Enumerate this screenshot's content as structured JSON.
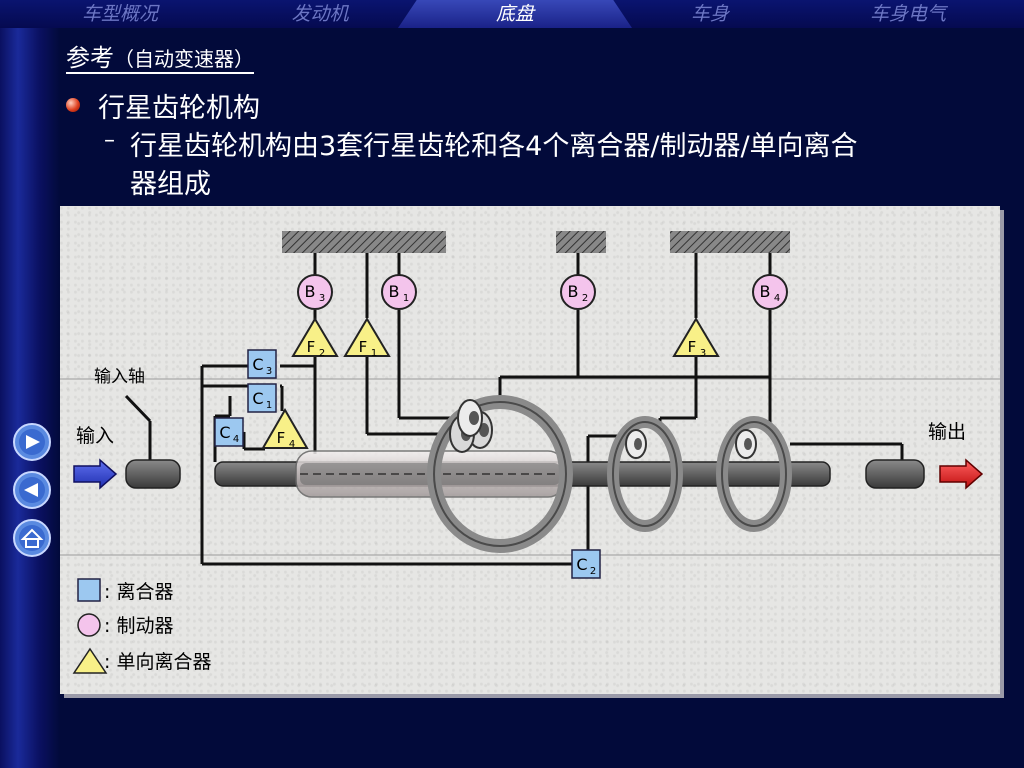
{
  "nav": {
    "tabs": [
      {
        "label": "车型概况",
        "active": false
      },
      {
        "label": "发动机",
        "active": false
      },
      {
        "label": "底盘",
        "active": true
      },
      {
        "label": "车身",
        "active": false
      },
      {
        "label": "车身电气",
        "active": false
      }
    ]
  },
  "header": {
    "title": "参考",
    "subtitle": "（自动变速器）"
  },
  "content": {
    "bullet": "行星齿轮机构",
    "dash": "–",
    "sub_line1": "行星齿轮机构由3套行星齿轮和各4个离合器/制动器/单向离合",
    "sub_line2": "器组成"
  },
  "diagram": {
    "input_shaft_label": "输入轴",
    "input_label": "输入",
    "output_label": "输出",
    "clutches": [
      {
        "letter": "C",
        "num": "3"
      },
      {
        "letter": "C",
        "num": "1"
      },
      {
        "letter": "C",
        "num": "4"
      },
      {
        "letter": "C",
        "num": "2"
      }
    ],
    "brakes": [
      {
        "letter": "B",
        "num": "3"
      },
      {
        "letter": "B",
        "num": "1"
      },
      {
        "letter": "B",
        "num": "2"
      },
      {
        "letter": "B",
        "num": "4"
      }
    ],
    "one_way_clutches": [
      {
        "letter": "F",
        "num": "2"
      },
      {
        "letter": "F",
        "num": "1"
      },
      {
        "letter": "F",
        "num": "3"
      },
      {
        "letter": "F",
        "num": "4"
      }
    ],
    "legend": [
      {
        "symbol": "square",
        "text": ": 离合器"
      },
      {
        "symbol": "circle",
        "text": ": 制动器"
      },
      {
        "symbol": "triangle",
        "text": ": 单向离合器"
      }
    ],
    "colors": {
      "clutch": "#9cc8f0",
      "brake": "#f4c4ec",
      "one_way": "#f8f088",
      "input_arrow": "#3040c8",
      "output_arrow": "#e02020"
    }
  },
  "sidebar_icons": [
    "next-icon",
    "previous-icon",
    "home-icon"
  ]
}
